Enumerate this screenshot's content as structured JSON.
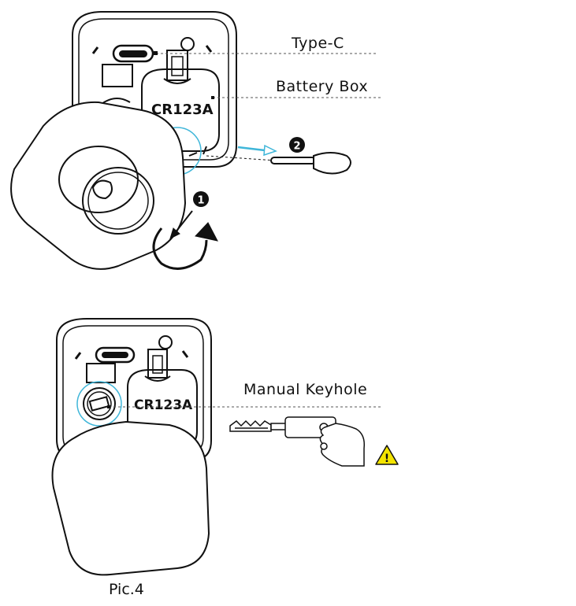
{
  "labels": {
    "type_c": "Type-C",
    "battery_box": "Battery Box",
    "manual_keyhole": "Manual Keyhole",
    "caption": "Pic.4"
  },
  "battery_text": "CR123A",
  "steps": {
    "step1": "1",
    "step2": "2"
  },
  "warning_symbol": "!",
  "colors": {
    "highlight": "#3fb6d9",
    "line": "#111111",
    "warning_fill": "#f4e400"
  }
}
